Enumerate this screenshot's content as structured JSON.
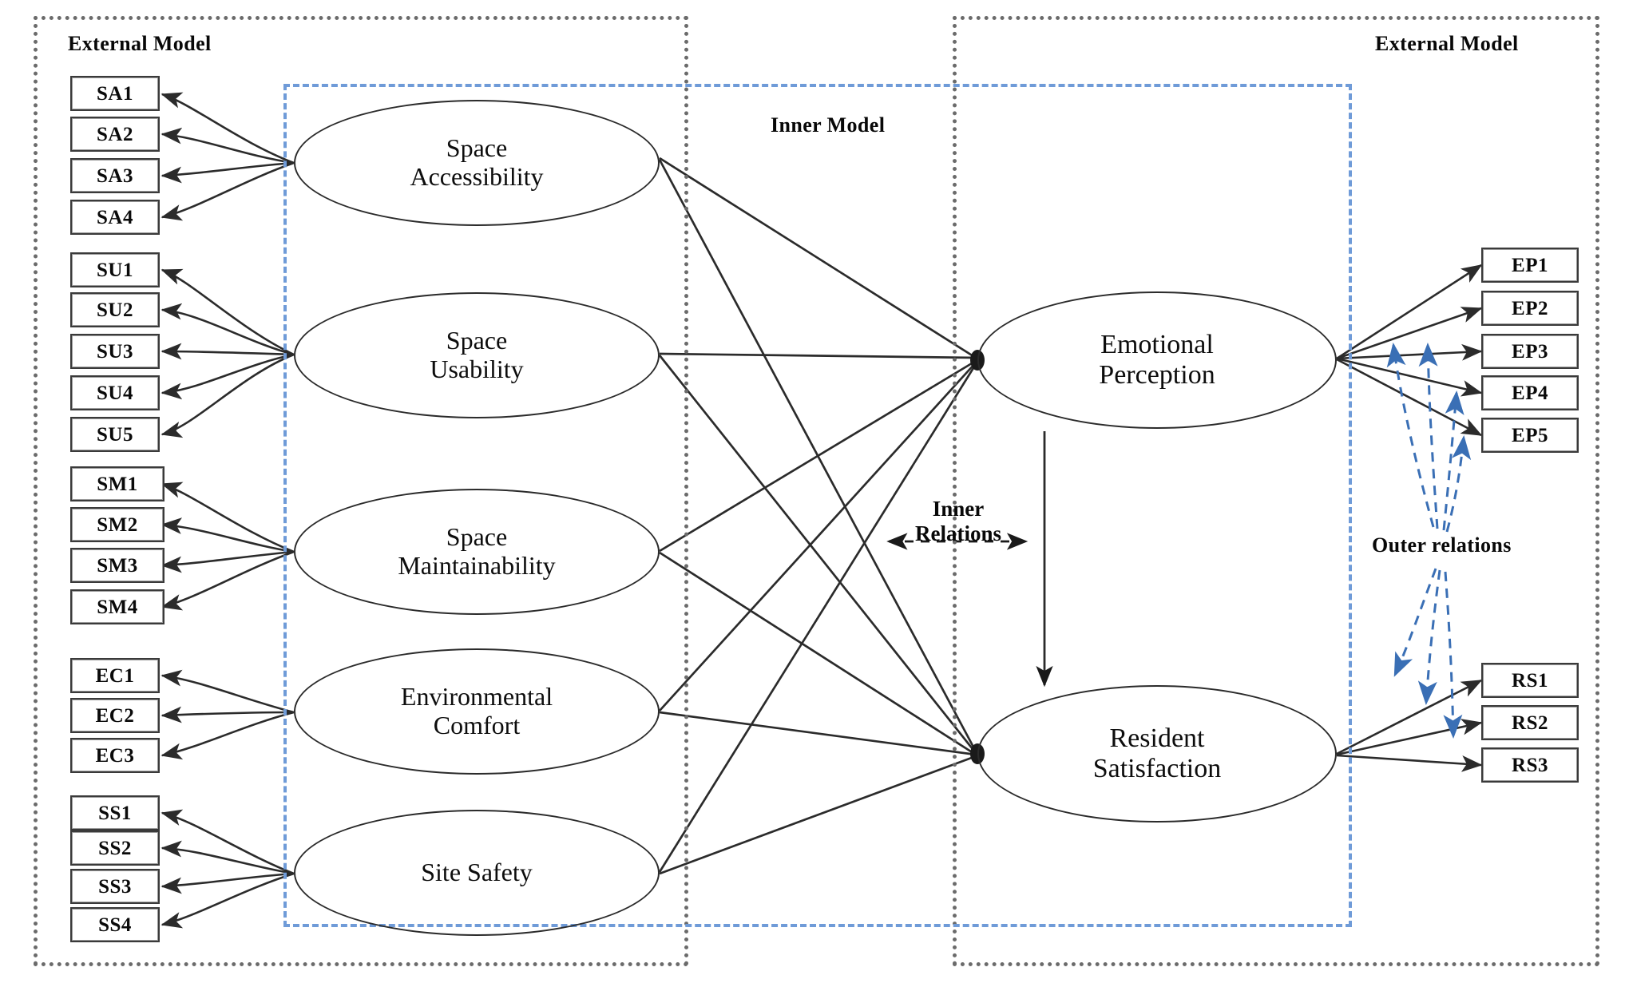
{
  "diagram": {
    "title_left": "External Model",
    "title_right": "External Model",
    "inner_model_label": "Inner Model",
    "inner_relations_label": "Inner\nRelations",
    "outer_relations_label": "Outer relations",
    "colors": {
      "inner_dashed_border": "#6f9bd8",
      "outer_dotted_border": "#6b6b6b",
      "path_line": "#2b2b2b",
      "outer_relation_arrow": "#3a6fb5",
      "box_border": "#3a3a3a",
      "text": "#0a0a0a"
    }
  },
  "exogenous_constructs": [
    {
      "id": "SA",
      "label": "Space\nAccessibility",
      "indicators": [
        "SA1",
        "SA2",
        "SA3",
        "SA4"
      ]
    },
    {
      "id": "SU",
      "label": "Space\nUsability",
      "indicators": [
        "SU1",
        "SU2",
        "SU3",
        "SU4",
        "SU5"
      ]
    },
    {
      "id": "SM",
      "label": "Space\nMaintainability",
      "indicators": [
        "SM1",
        "SM2",
        "SM3",
        "SM4"
      ]
    },
    {
      "id": "EC",
      "label": "Environmental\nComfort",
      "indicators": [
        "EC1",
        "EC2",
        "EC3"
      ]
    },
    {
      "id": "SS",
      "label": "Site Safety",
      "indicators": [
        "SS1",
        "SS2",
        "SS3",
        "SS4"
      ]
    }
  ],
  "endogenous_constructs": [
    {
      "id": "EP",
      "label": "Emotional\nPerception",
      "indicators": [
        "EP1",
        "EP2",
        "EP3",
        "EP4",
        "EP5"
      ]
    },
    {
      "id": "RS",
      "label": "Resident\nSatisfaction",
      "indicators": [
        "RS1",
        "RS2",
        "RS3"
      ]
    }
  ],
  "structural_paths": [
    {
      "from": "SA",
      "to": "EP"
    },
    {
      "from": "SA",
      "to": "RS"
    },
    {
      "from": "SU",
      "to": "EP"
    },
    {
      "from": "SU",
      "to": "RS"
    },
    {
      "from": "SM",
      "to": "EP"
    },
    {
      "from": "SM",
      "to": "RS"
    },
    {
      "from": "EC",
      "to": "EP"
    },
    {
      "from": "EC",
      "to": "RS"
    },
    {
      "from": "SS",
      "to": "EP"
    },
    {
      "from": "SS",
      "to": "RS"
    },
    {
      "from": "EP",
      "to": "RS"
    }
  ]
}
